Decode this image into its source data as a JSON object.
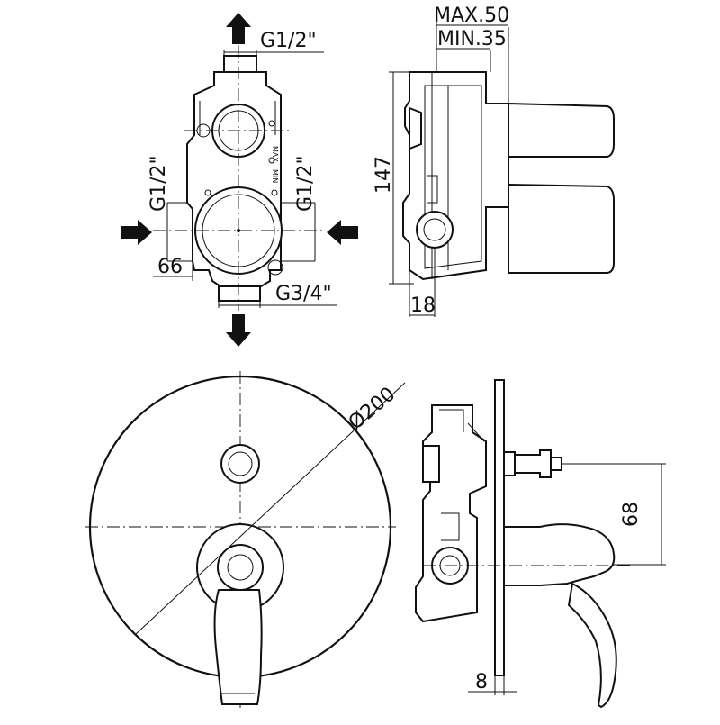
{
  "labels": {
    "top_thread": "G1/2\"",
    "left_thread": "G1/2\"",
    "right_thread": "G1/2\"",
    "bottom_thread": "G3/4\"",
    "width_66": "66",
    "max_depth": "MAX.50",
    "min_depth": "MIN.35",
    "height_147": "147",
    "depth_18": "18",
    "plate_diameter": "Ø200",
    "spacing_68": "68",
    "plate_thickness": "8",
    "max_mark": "MAX",
    "min_mark": "MIN"
  }
}
